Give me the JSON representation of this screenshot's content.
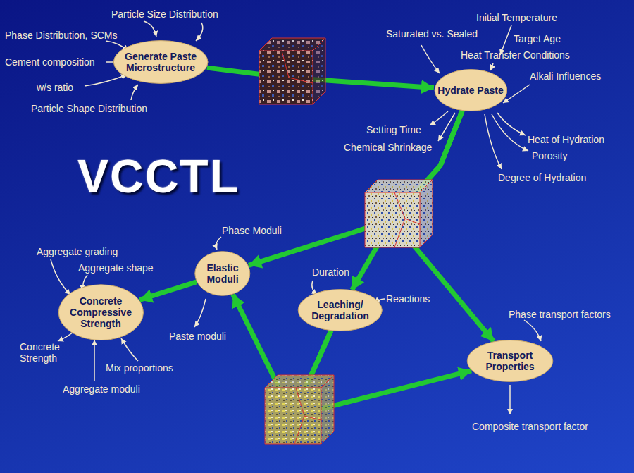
{
  "diagram": {
    "title": "VCCTL",
    "nodes": [
      {
        "text": [
          "Generate Paste Microstructure"
        ]
      },
      {
        "text": [
          "Hydrate Paste"
        ]
      },
      {
        "text": [
          "Elastic Moduli"
        ]
      },
      {
        "text": [
          "Concrete Compressive Strength"
        ]
      },
      {
        "text": [
          "Leaching/ Degradation"
        ]
      },
      {
        "text": [
          "Transport Properties"
        ]
      }
    ],
    "edges": [
      {
        "from": 0,
        "to": 1,
        "arrow": "to"
      },
      {
        "from": 1,
        "to": 2,
        "arrow": "to"
      },
      {
        "from": 1,
        "to": 4,
        "arrow": "to"
      },
      {
        "from": 1,
        "to": 5,
        "arrow": "to"
      },
      {
        "from": 4,
        "to": 2,
        "arrow": "to"
      },
      {
        "from": 4,
        "to": 5,
        "arrow": "to"
      },
      {
        "from": 2,
        "to": 3,
        "arrow": "to"
      }
    ],
    "labels": [
      "Particle Size Distribution",
      "Phase Distribution, SCMs",
      "Cement composition",
      "w/s ratio",
      "Particle Shape Distribution",
      "Saturated vs. Sealed",
      "Initial Temperature",
      "Target Age",
      "Heat Transfer Conditions",
      "Alkali Influences",
      "Setting Time",
      "Chemical Shrinkage",
      "Heat of Hydration",
      "Porosity",
      "Degree of Hydration",
      "Phase Moduli",
      "Duration",
      "Reactions",
      "Aggregate grading",
      "Aggregate shape",
      "Concrete Strength",
      "Paste moduli",
      "Mix proportions",
      "Aggregate moduli",
      "Phase transport factors",
      "Composite transport factor"
    ]
  }
}
